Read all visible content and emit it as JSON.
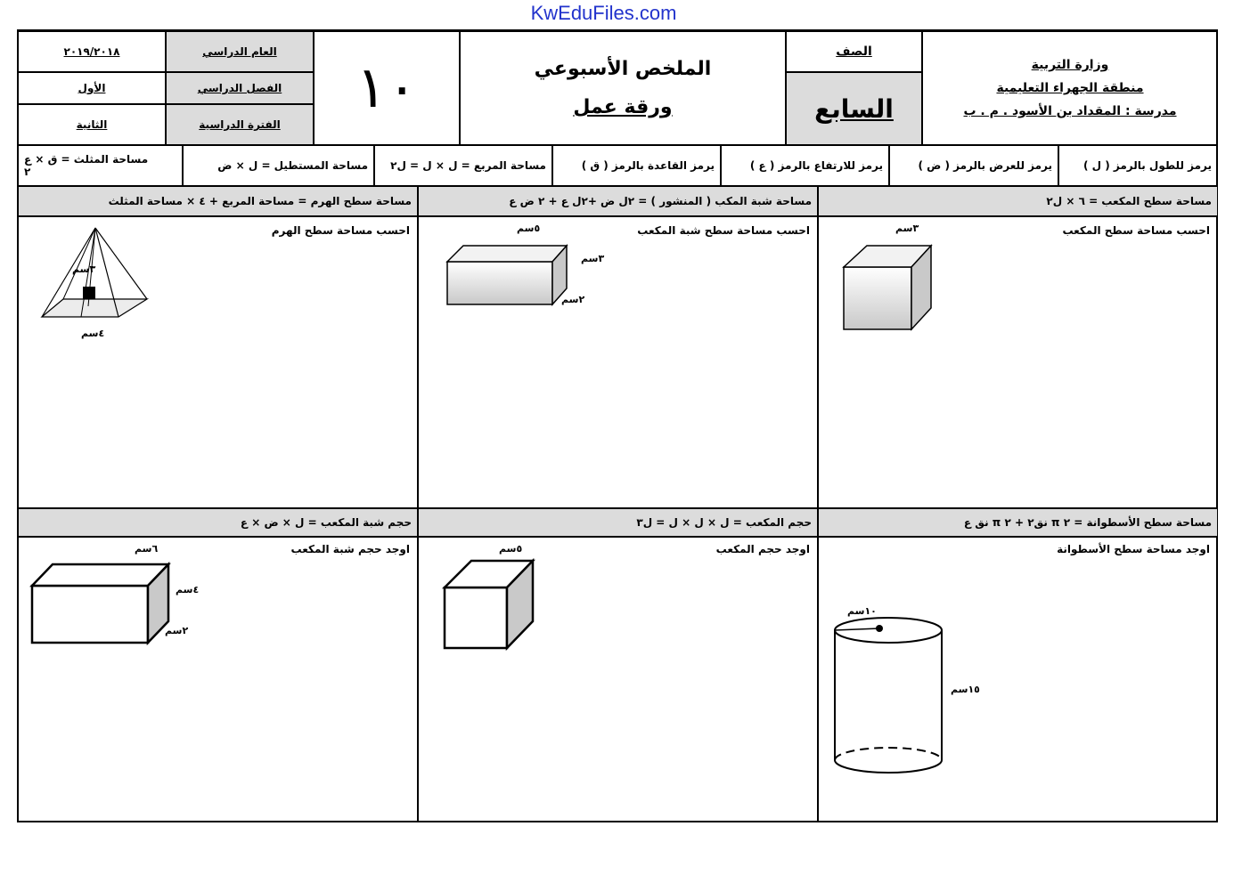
{
  "site": "KwEduFiles.com",
  "header": {
    "ministry": "وزارة التربية",
    "region": "منطقة الجهراء التعليمية",
    "school": "مدرسة : المقداد بن الأسود . م . ب",
    "grade_label": "الصف",
    "grade_value": "السابع",
    "title": "الملخص الأسبوعي",
    "subtitle": "ورقة عمل",
    "big_number": "١٠",
    "year_label": "العام الدراسي",
    "year_value": "٢٠١٩/٢٠١٨",
    "semester_label": "الفصل الدراسي",
    "semester_value": "الأول",
    "period_label": "الفترة الدراسية",
    "period_value": "الثانية"
  },
  "symbols": [
    "يرمز للطول بالرمز ( ل )",
    "يرمز للعرض بالرمز ( ض )",
    "يرمز للارتفاع بالرمز ( ع )",
    "يرمز القاعدة بالرمز ( ق )",
    "مساحة المربع = ل × ل = ل٢",
    "مساحة المستطيل = ل × ض",
    "مساحة المثلث = ق × ع",
    "٢"
  ],
  "formulas_row1": [
    "مساحة سطح المكعب = ٦ × ل٢",
    "مساحة شبة المكب ( المنشور ) = ٢ل ض +٢ل ع + ٢ ض ع",
    "مساحة سطح الهرم = مساحة المربع + ٤ × مساحة المثلث"
  ],
  "questions_row1": [
    "احسب مساحة سطح المكعب",
    "احسب مساحة سطح شبة المكعب",
    "احسب مساحة سطح الهرم"
  ],
  "formulas_row2": [
    "مساحة سطح الأسطوانة = ٢ π نق٢ + ٢ π نق ع",
    "حجم المكعب = ل × ل × ل = ل٣",
    "حجم شبة المكعب = ل × ض × ع"
  ],
  "questions_row2": [
    "اوجد مساحة سطح الأسطوانة",
    "اوجد حجم المكعب",
    "اوجد حجم شبة المكعب"
  ],
  "figure_labels": {
    "cube1": "٣سم",
    "prism_len": "٥سم",
    "prism_h": "٣سم",
    "prism_w": "٢سم",
    "pyramid_h": "٣سم",
    "pyramid_base": "٤سم",
    "cylinder_r": "١٠سم",
    "cylinder_h": "١٥سم",
    "cube2": "٥سم",
    "box_len": "٦سم",
    "box_h": "٤سم",
    "box_w": "٢سم"
  }
}
